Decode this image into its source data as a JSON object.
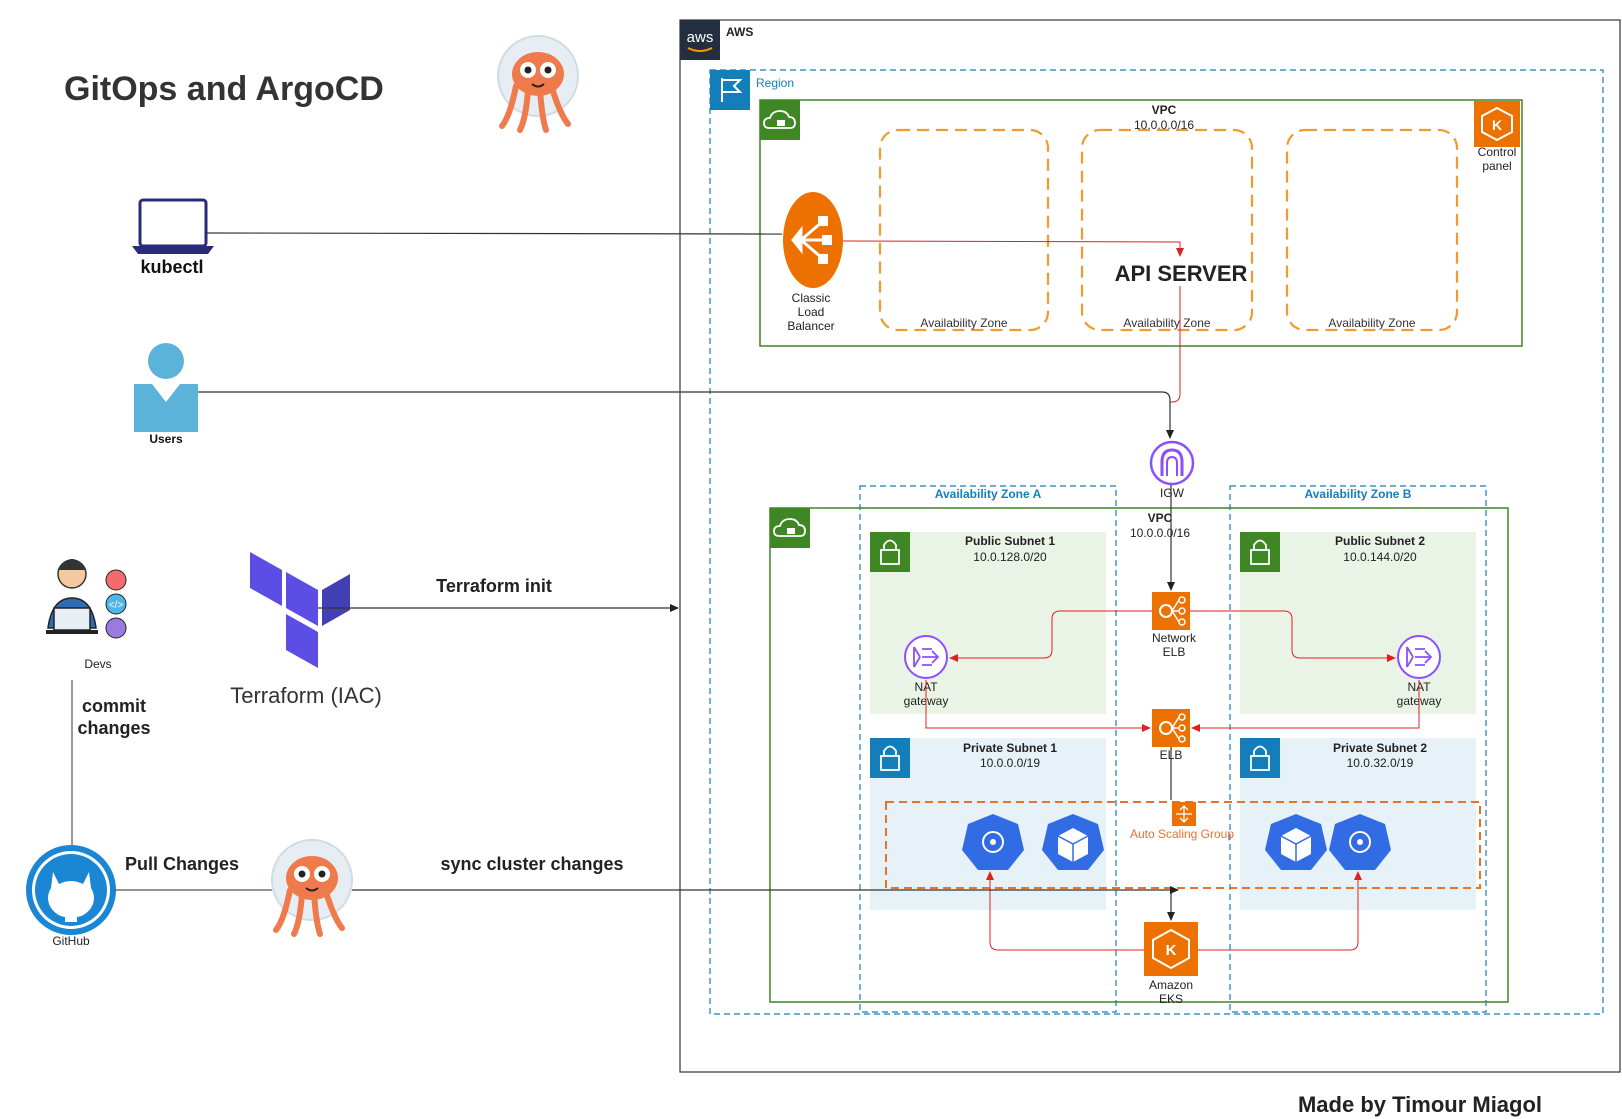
{
  "title": "GitOps and ArgoCD",
  "footer": "Made by Timour Miagol",
  "left": {
    "kubectl": "kubectl",
    "users": "Users",
    "devs": "Devs",
    "commit_changes_1": "commit",
    "commit_changes_2": "changes",
    "github": "GitHub",
    "pull_changes": "Pull Changes",
    "sync_cluster_changes": "sync cluster changes",
    "terraform_init": "Terraform init",
    "terraform_label": "Terraform (IAC)"
  },
  "aws": {
    "label": "AWS",
    "logo_text": "aws",
    "region": "Region",
    "control_plane": {
      "vpc": "VPC",
      "cidr": "10.0.0.0/16",
      "az_label": "Availability Zone",
      "api_server": "API SERVER",
      "control_panel_1": "Control",
      "control_panel_2": "panel",
      "clb_1": "Classic",
      "clb_2": "Load",
      "clb_3": "Balancer"
    },
    "igw": "IGW",
    "data_plane": {
      "az_a": "Availability Zone A",
      "az_b": "Availability Zone B",
      "vpc": "VPC",
      "cidr": "10.0.0.0/16",
      "public_subnet_1": "Public Subnet 1",
      "public_subnet_1_cidr": "10.0.128.0/20",
      "public_subnet_2": "Public Subnet 2",
      "public_subnet_2_cidr": "10.0.144.0/20",
      "private_subnet_1": "Private Subnet 1",
      "private_subnet_1_cidr": "10.0.0.0/19",
      "private_subnet_2": "Private Subnet 2",
      "private_subnet_2_cidr": "10.0.32.0/19",
      "network_elb_1": "Network",
      "network_elb_2": "ELB",
      "elb": "ELB",
      "nat_1": "NAT",
      "nat_2": "gateway",
      "asg": "Auto Scaling Group",
      "eks_1": "Amazon",
      "eks_2": "EKS"
    }
  },
  "colors": {
    "aws_orange": "#ED7100",
    "vpc_green": "#3F8624",
    "region_blue": "#147EBA",
    "subnet_public_bg": "#E9F3E6",
    "subnet_private_bg": "#E6F2F8",
    "line_red": "#E02020",
    "nat_purple": "#8C4FFF",
    "k8s_blue": "#326CE5",
    "terraform_purple": "#5C4EE5",
    "github_blue": "#1B87D4",
    "argo_orange": "#EF7B4D"
  }
}
